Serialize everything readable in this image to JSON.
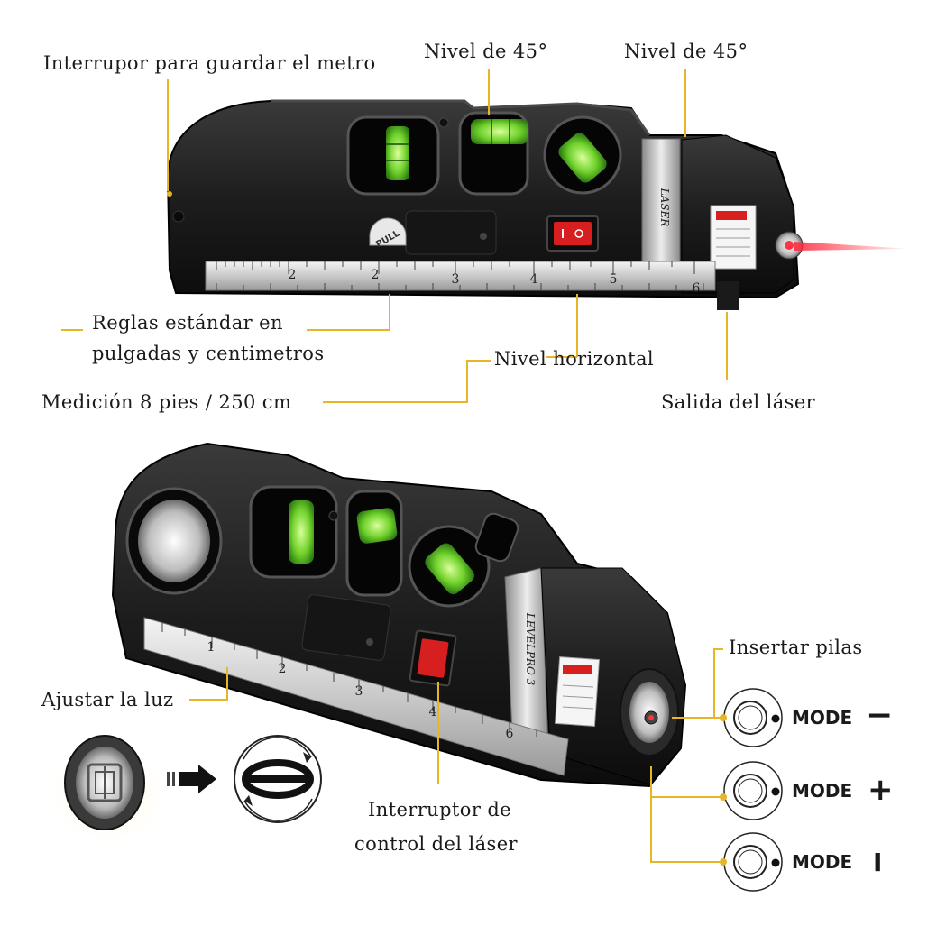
{
  "labels": {
    "meter_switch": "Interrupor para guardar el metro",
    "level45_a": "Nivel de 45°",
    "level45_b": "Nivel de 45°",
    "rulers_line1": "Reglas estándar en",
    "rulers_line2": "pulgadas y centimetros",
    "horizontal_level": "Nivel horizontal",
    "measurement": "Medición 8 pies / 250 cm",
    "laser_output": "Salida del láser",
    "insert_batteries": "Insertar pilas",
    "adjust_light": "Ajustar la luz",
    "laser_switch_line1": "Interruptor de",
    "laser_switch_line2": "control del láser"
  },
  "device": {
    "brand_line1": "LASER",
    "brand_line2": "LEVELPRO 3",
    "pull_tab": "PULL",
    "ruler_numbers_top": [
      "2",
      "2",
      "3",
      "4",
      "5",
      "6"
    ],
    "ruler_numbers_bottom": [
      "1",
      "2",
      "3",
      "4",
      "6"
    ]
  },
  "modes": [
    {
      "label": "MODE",
      "symbol": "−"
    },
    {
      "label": "MODE",
      "symbol": "+"
    },
    {
      "label": "MODE",
      "symbol": "I"
    }
  ],
  "colors": {
    "callout": "#e7b52a",
    "bubble": "#7be23a",
    "body": "#1c1c1c",
    "laser": "#ff3344",
    "switch": "#d81f1f"
  }
}
